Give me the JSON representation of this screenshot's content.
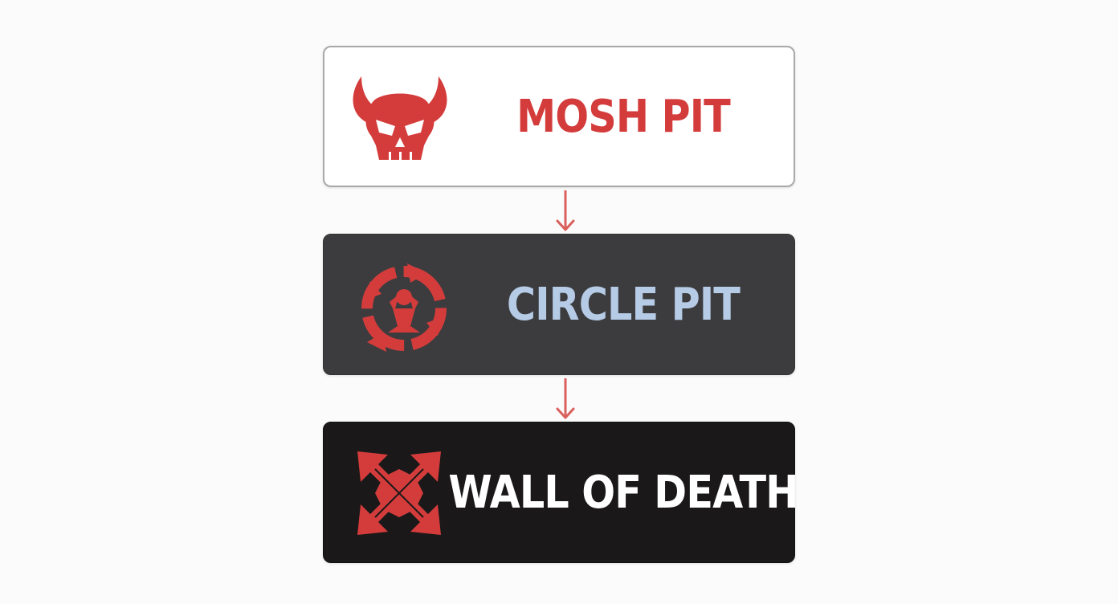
{
  "colors": {
    "accent": "#d43c3c",
    "arrow": "#d9605c",
    "box1_bg": "#ffffff",
    "box2_bg": "#3c3c3e",
    "box3_bg": "#1a1818",
    "label2": "#b6cbe6",
    "label3": "#ffffff"
  },
  "steps": [
    {
      "label": "MOSH PIT",
      "icon": "devil-skull-icon"
    },
    {
      "label": "CIRCLE PIT",
      "icon": "circular-arrows-icon"
    },
    {
      "label": "WALL OF DEATH",
      "icon": "crossed-arrows-icon"
    }
  ]
}
